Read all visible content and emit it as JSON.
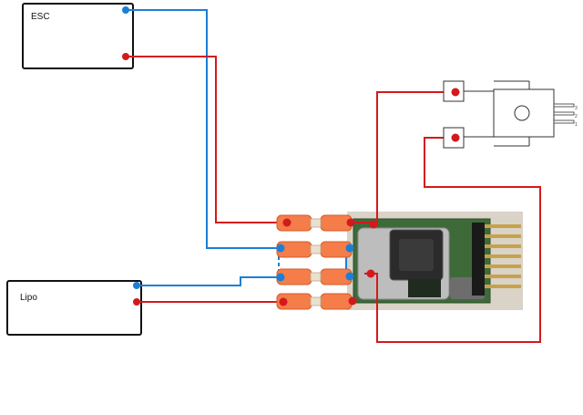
{
  "boxes": {
    "esc": {
      "label": "ESC"
    },
    "lipo": {
      "label": "Lipo"
    }
  },
  "regulator": {
    "pin_labels": [
      "1",
      "2",
      "3"
    ]
  },
  "colors": {
    "positive_wire": "#d4191c",
    "negative_wire": "#1a7fd6",
    "connector": "#f47d4a",
    "board": "#3e6a3a",
    "heatsink": "#bdbdbd"
  }
}
